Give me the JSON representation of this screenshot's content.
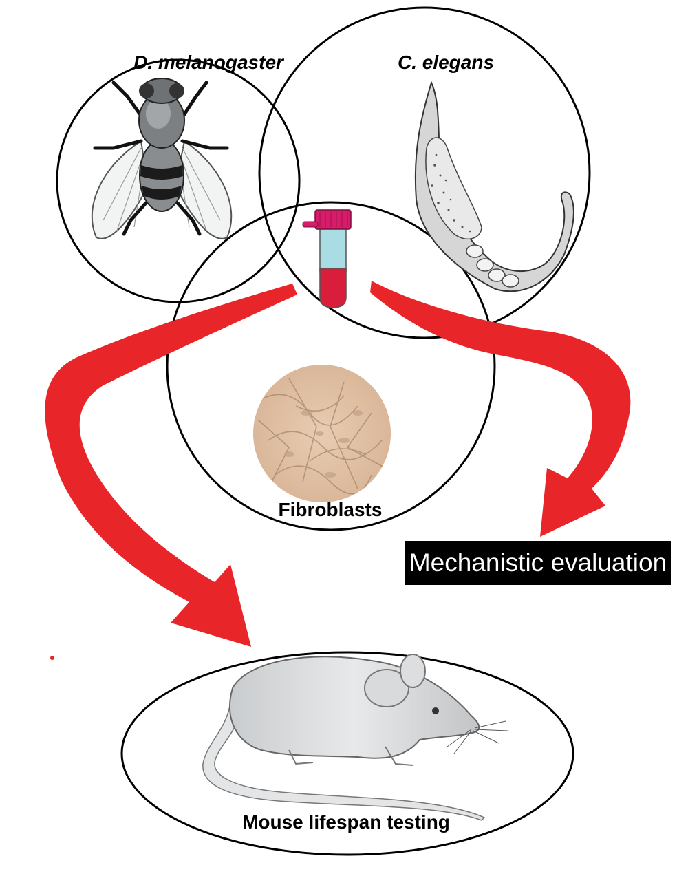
{
  "labels": {
    "fly": "D. melanogaster",
    "worm": "C. elegans",
    "cells": "Fibroblasts",
    "mouse": "Mouse lifespan testing",
    "mechanistic": "Mechanistic evaluation"
  },
  "colors": {
    "arrow": "#e8262a",
    "tube_cap": "#d81b6a",
    "tube_liquid": "#d81e3a",
    "tube_fluid_top": "#a9dde3",
    "cell_bg": "#e2c4a9",
    "outline": "#000000"
  },
  "icons": {
    "fly": "fruit-fly-illustration",
    "worm": "nematode-illustration",
    "tube": "sample-tube-icon",
    "cells": "fibroblast-micrograph",
    "mouse": "mouse-illustration"
  }
}
